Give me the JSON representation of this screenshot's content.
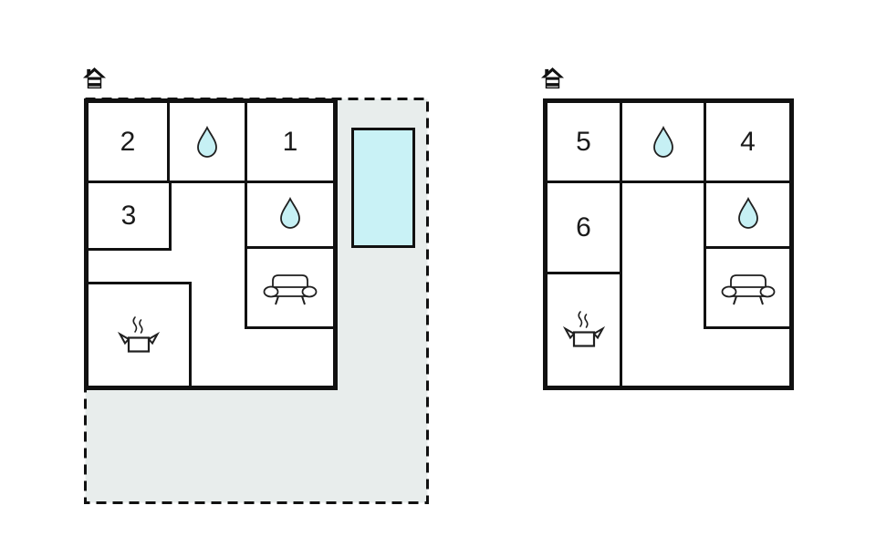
{
  "colors": {
    "wall": "#111111",
    "terrace-fill": "#e8edec",
    "pool-fill": "#c9f2f6",
    "drop-fill": "#c6f0f4",
    "icon-stroke": "#1f1f1f",
    "label": "#1a1a1a",
    "background": "#ffffff"
  },
  "outdoor": {
    "terrace_icon": "dashed-plot-outline",
    "pool_icon": "swimming-pool-rect"
  },
  "plans": [
    {
      "entrance_icon": "house-icon",
      "rooms": {
        "top_left": "2",
        "top_right": "1",
        "mid_left": "3"
      },
      "feature_icons": [
        "water-drop-icon",
        "water-drop-icon",
        "sofa-icon",
        "cooking-pot-icon"
      ]
    },
    {
      "entrance_icon": "house-icon",
      "rooms": {
        "top_left": "5",
        "top_right": "4",
        "mid_left": "6"
      },
      "feature_icons": [
        "water-drop-icon",
        "water-drop-icon",
        "sofa-icon",
        "cooking-pot-icon"
      ]
    }
  ]
}
